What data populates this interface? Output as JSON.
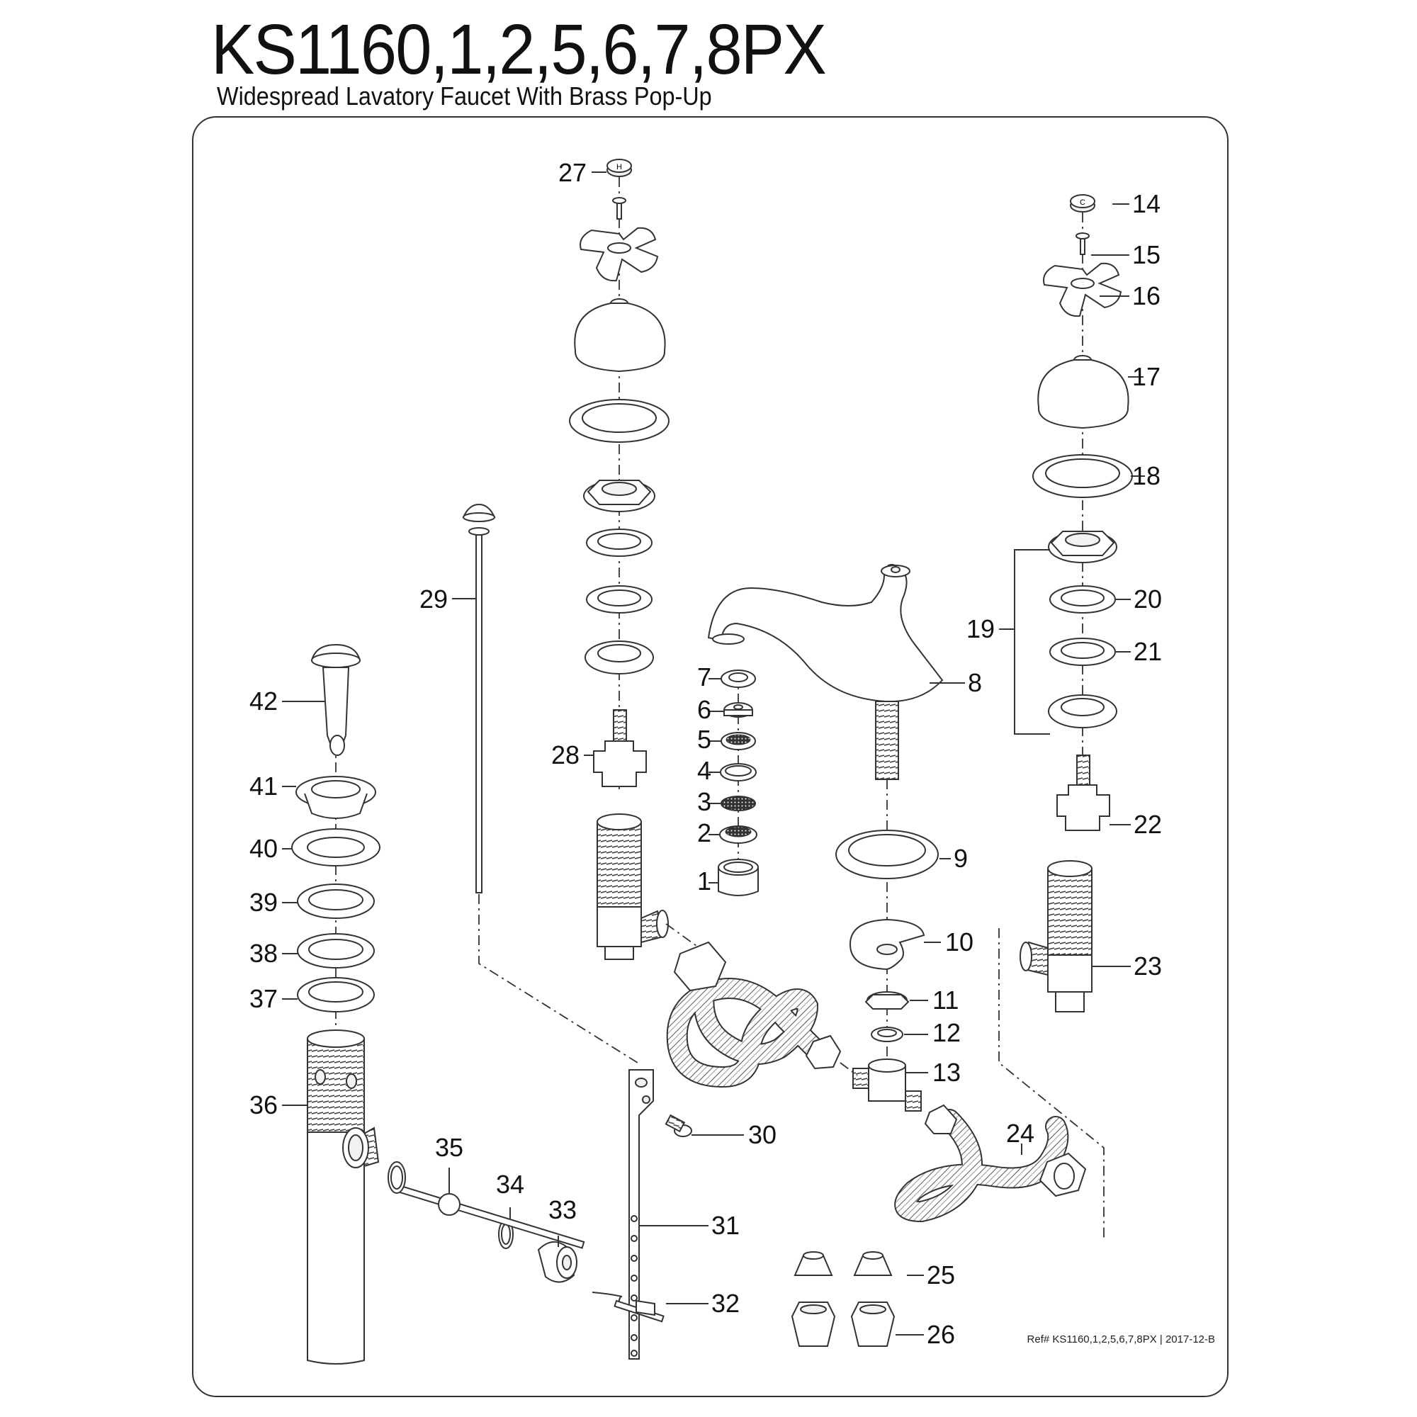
{
  "header": {
    "title": "KS1160,1,2,5,6,7,8PX",
    "subtitle": "Widespread Lavatory Faucet With Brass Pop-Up"
  },
  "footer": {
    "reference": "Ref# KS1160,1,2,5,6,7,8PX | 2017-12-B"
  },
  "part_labels": [
    "1",
    "2",
    "3",
    "4",
    "5",
    "6",
    "7",
    "8",
    "9",
    "10",
    "11",
    "12",
    "13",
    "14",
    "15",
    "16",
    "17",
    "18",
    "19",
    "20",
    "21",
    "22",
    "23",
    "24",
    "25",
    "26",
    "27",
    "28",
    "29",
    "30",
    "31",
    "32",
    "33",
    "34",
    "35",
    "36",
    "37",
    "38",
    "39",
    "40",
    "41",
    "42"
  ],
  "handle_caps": {
    "hot": "H",
    "cold": "C"
  }
}
